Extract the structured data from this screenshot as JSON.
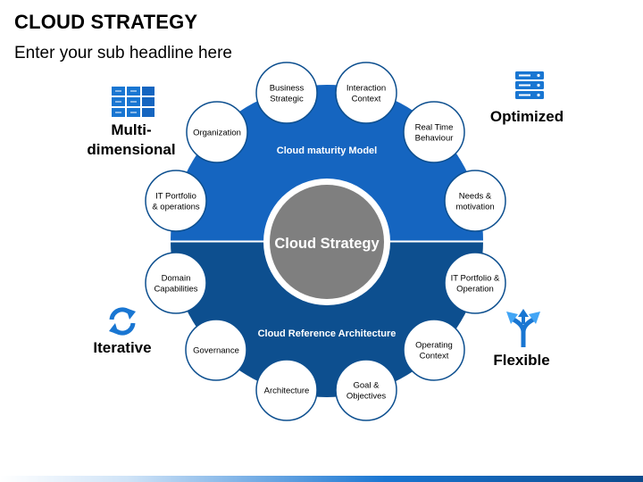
{
  "header": {
    "title": "CLOUD STRATEGY",
    "subtitle": "Enter your sub headline here"
  },
  "center": {
    "label": "Cloud Strategy",
    "top_ring_label": "Cloud maturity Model",
    "bottom_ring_label": "Cloud Reference Architecture"
  },
  "nodes": [
    {
      "name": "node-business-strategic",
      "lines": [
        "Business",
        "Strategic"
      ]
    },
    {
      "name": "node-interaction-context",
      "lines": [
        "Interaction",
        "Context"
      ]
    },
    {
      "name": "node-real-time-behaviour",
      "lines": [
        "Real Time",
        "Behaviour"
      ]
    },
    {
      "name": "node-needs-motivation",
      "lines": [
        "Needs &",
        "motivation"
      ]
    },
    {
      "name": "node-it-portfolio-operation",
      "lines": [
        "IT Portfolio &",
        "Operation"
      ]
    },
    {
      "name": "node-operating-context",
      "lines": [
        "Operating",
        "Context"
      ]
    },
    {
      "name": "node-goal-objectives",
      "lines": [
        "Goal &",
        "Objectives"
      ]
    },
    {
      "name": "node-architecture",
      "lines": [
        "Architecture"
      ]
    },
    {
      "name": "node-governance",
      "lines": [
        "Governance"
      ]
    },
    {
      "name": "node-domain-capabilities",
      "lines": [
        "Domain",
        "Capabilities"
      ]
    },
    {
      "name": "node-it-portfolio-operations",
      "lines": [
        "IT  Portfolio",
        "& operations"
      ]
    },
    {
      "name": "node-organization",
      "lines": [
        "Organization"
      ]
    }
  ],
  "side": {
    "multidimensional": {
      "line1": "Multi-",
      "line2": "dimensional"
    },
    "optimized": "Optimized",
    "iterative": "Iterative",
    "flexible": "Flexible"
  },
  "colors": {
    "ring_top": "#1565c0",
    "ring_bottom": "#0d4f8f",
    "center_fill": "#7f7f7f",
    "icon_blue": "#1976d2",
    "accent_light": "#42a5f5"
  },
  "icons": [
    "boxes-icon",
    "server-icon",
    "refresh-icon",
    "split-arrows-icon"
  ]
}
